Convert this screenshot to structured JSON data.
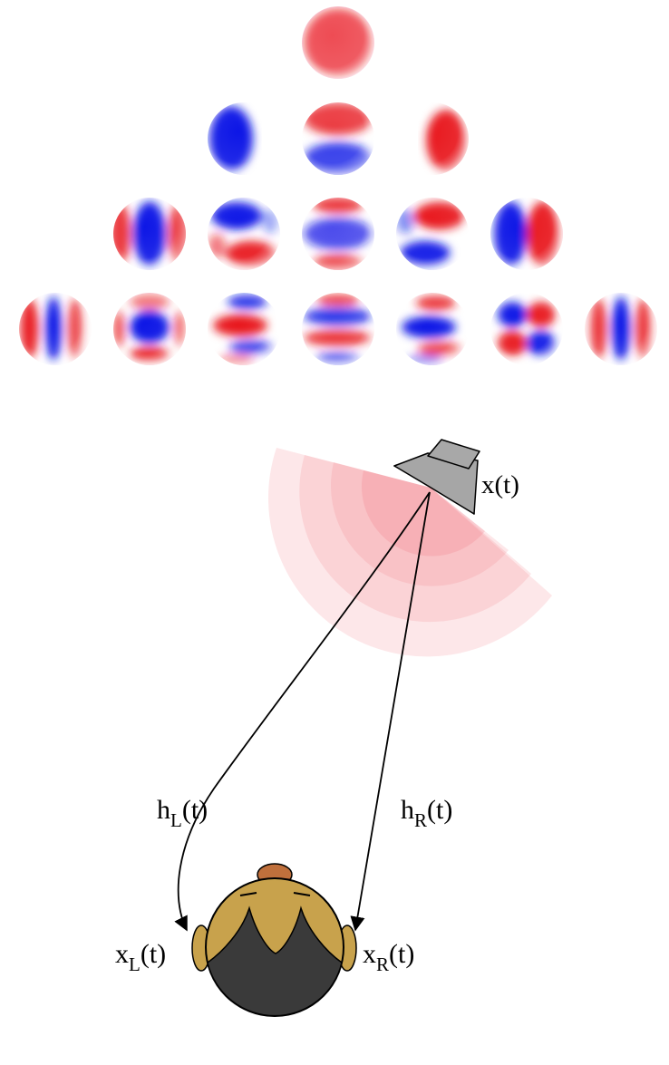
{
  "colors": {
    "positive": "#e8141c",
    "negative": "#0a14e6",
    "neutral": "#ffffff",
    "wave_front": "#f26b77",
    "speaker_body": "#a6a6a6",
    "head_skin": "#c8a24c",
    "hair": "#3a3a3a",
    "nose": "#c0703c"
  },
  "harmonics": {
    "rows": [
      {
        "order": 0,
        "spheres": [
          {
            "id": "Y00",
            "pattern": "uniform-positive"
          }
        ]
      },
      {
        "order": 1,
        "spheres": [
          {
            "id": "Y1m1",
            "pattern": "dipole-horizontal-negative-left"
          },
          {
            "id": "Y10",
            "pattern": "dipole-vertical-positive-top"
          },
          {
            "id": "Y11",
            "pattern": "dipole-horizontal-positive-right"
          }
        ]
      },
      {
        "order": 2,
        "spheres": [
          {
            "id": "Y2m2",
            "pattern": "quadrupole-sides-positive"
          },
          {
            "id": "Y2m1",
            "pattern": "tesseral-negative-top-left"
          },
          {
            "id": "Y20",
            "pattern": "zonal-bands"
          },
          {
            "id": "Y21",
            "pattern": "tesseral-positive-top-right"
          },
          {
            "id": "Y22",
            "pattern": "split-negative-left-positive-right"
          }
        ]
      },
      {
        "order": 3,
        "spheres": [
          {
            "id": "Y3m3",
            "pattern": "sectoral-stripes-red-blue-red"
          },
          {
            "id": "Y3m2",
            "pattern": "tesseral-center-negative"
          },
          {
            "id": "Y3m1",
            "pattern": "tesseral-bands-mixed"
          },
          {
            "id": "Y30",
            "pattern": "zonal-four-bands"
          },
          {
            "id": "Y31",
            "pattern": "tesseral-bands-mirrored"
          },
          {
            "id": "Y32",
            "pattern": "cross-quadrants"
          },
          {
            "id": "Y33",
            "pattern": "sectoral-stripes-blue-center"
          }
        ]
      }
    ]
  },
  "binaural": {
    "source_label": "x(t)",
    "left_filter": {
      "base": "h",
      "sub": "L",
      "tail": "(t)"
    },
    "right_filter": {
      "base": "h",
      "sub": "R",
      "tail": "(t)"
    },
    "left_ear_signal": {
      "base": "x",
      "sub": "L",
      "tail": "(t)"
    },
    "right_ear_signal": {
      "base": "x",
      "sub": "R",
      "tail": "(t)"
    }
  }
}
